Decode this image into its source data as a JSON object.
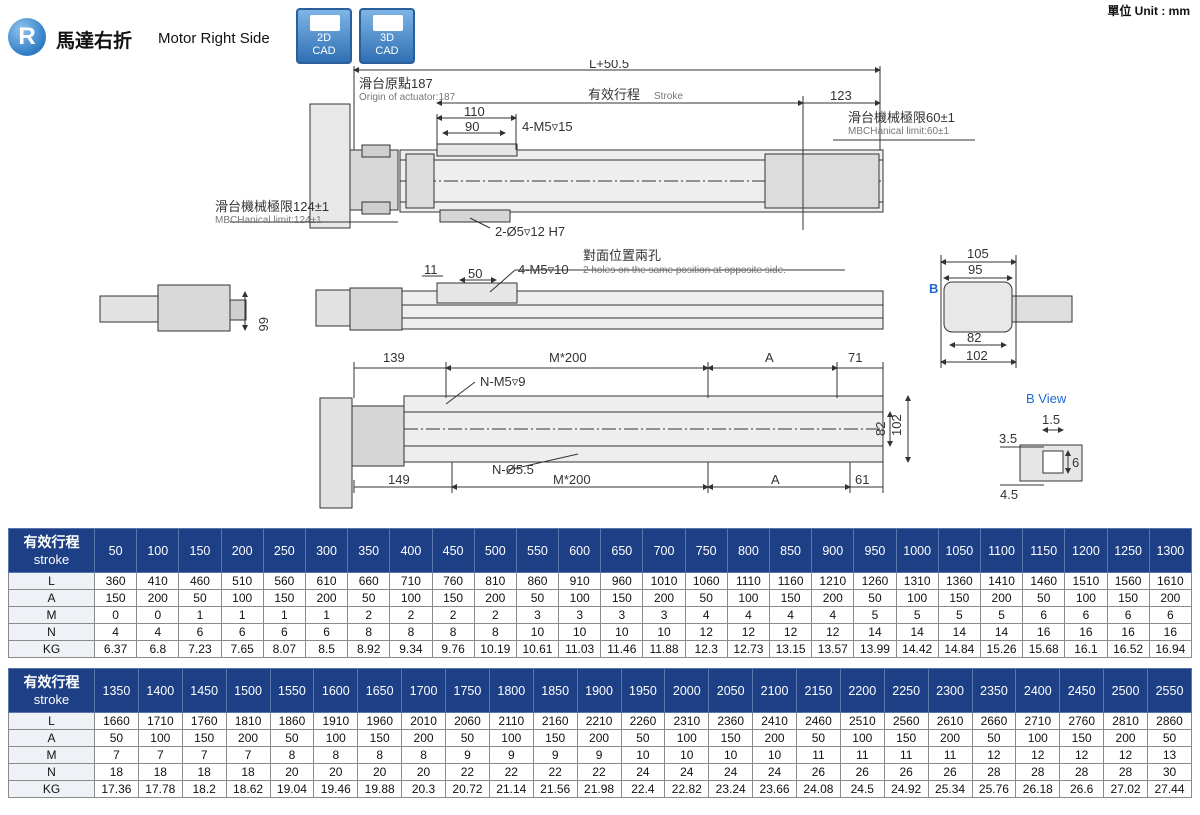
{
  "header": {
    "badge": "R",
    "title_zh": "馬達右折",
    "title_en": "Motor Right Side",
    "cad": [
      {
        "top": "2D",
        "bottom": "CAD"
      },
      {
        "top": "3D",
        "bottom": "CAD"
      }
    ],
    "unit": "單位 Unit : mm"
  },
  "colors": {
    "table_header": "#1d3f86",
    "badge": "#2f7cc4",
    "dim_line": "#333333",
    "view_label": "#1e6bd0"
  },
  "drawing": {
    "labels": {
      "total_length": "L+50.5",
      "origin_zh": "滑台原點187",
      "origin_en": "Origin of actuator:187",
      "stroke_zh": "有效行程",
      "stroke_en": "Stroke",
      "d123": "123",
      "limit_right_zh": "滑台機械極限60±1",
      "limit_right_en": "MBCHanical limit:60±1",
      "limit_left_zh": "滑台機械極限124±1",
      "limit_left_en": "MBCHanical limit:124±1",
      "d110": "110",
      "d90": "90",
      "m5_top": "4-M5▿15",
      "pin_hole": "2-Ø5▿12 H7",
      "opposite_zh": "對面位置兩孔",
      "opposite_en": "2 holes on the same position at opposite side.",
      "d11": "11",
      "d50": "50",
      "m5_side": "4-M5▿10",
      "d66": "66",
      "d105": "105",
      "d95": "95",
      "d82_end": "82",
      "d102_end": "102",
      "b_marker": "B",
      "d139": "139",
      "m200_top": "M*200",
      "a_top": "A",
      "d71": "71",
      "nm5": "N-M5▿9",
      "n55": "N-Ø5.5",
      "m200_bottom": "M*200",
      "d149": "149",
      "a_bottom": "A",
      "d61": "61",
      "d82_side": "82",
      "d102_side": "102",
      "b_view": "B View",
      "d15": "1.5",
      "d35": "3.5",
      "d6": "6",
      "d45": "4.5"
    }
  },
  "table_labels": {
    "header_zh": "有效行程",
    "header_en": "stroke",
    "rows": [
      "L",
      "A",
      "M",
      "N",
      "KG"
    ]
  },
  "table1": {
    "stroke": [
      "50",
      "100",
      "150",
      "200",
      "250",
      "300",
      "350",
      "400",
      "450",
      "500",
      "550",
      "600",
      "650",
      "700",
      "750",
      "800",
      "850",
      "900",
      "950",
      "1000",
      "1050",
      "1100",
      "1150",
      "1200",
      "1250",
      "1300"
    ],
    "L": [
      "360",
      "410",
      "460",
      "510",
      "560",
      "610",
      "660",
      "710",
      "760",
      "810",
      "860",
      "910",
      "960",
      "1010",
      "1060",
      "1110",
      "1160",
      "1210",
      "1260",
      "1310",
      "1360",
      "1410",
      "1460",
      "1510",
      "1560",
      "1610"
    ],
    "A": [
      "150",
      "200",
      "50",
      "100",
      "150",
      "200",
      "50",
      "100",
      "150",
      "200",
      "50",
      "100",
      "150",
      "200",
      "50",
      "100",
      "150",
      "200",
      "50",
      "100",
      "150",
      "200",
      "50",
      "100",
      "150",
      "200"
    ],
    "M": [
      "0",
      "0",
      "1",
      "1",
      "1",
      "1",
      "2",
      "2",
      "2",
      "2",
      "3",
      "3",
      "3",
      "3",
      "4",
      "4",
      "4",
      "4",
      "5",
      "5",
      "5",
      "5",
      "6",
      "6",
      "6",
      "6"
    ],
    "N": [
      "4",
      "4",
      "6",
      "6",
      "6",
      "6",
      "8",
      "8",
      "8",
      "8",
      "10",
      "10",
      "10",
      "10",
      "12",
      "12",
      "12",
      "12",
      "14",
      "14",
      "14",
      "14",
      "16",
      "16",
      "16",
      "16"
    ],
    "KG": [
      "6.37",
      "6.8",
      "7.23",
      "7.65",
      "8.07",
      "8.5",
      "8.92",
      "9.34",
      "9.76",
      "10.19",
      "10.61",
      "11.03",
      "11.46",
      "11.88",
      "12.3",
      "12.73",
      "13.15",
      "13.57",
      "13.99",
      "14.42",
      "14.84",
      "15.26",
      "15.68",
      "16.1",
      "16.52",
      "16.94"
    ]
  },
  "table2": {
    "stroke": [
      "1350",
      "1400",
      "1450",
      "1500",
      "1550",
      "1600",
      "1650",
      "1700",
      "1750",
      "1800",
      "1850",
      "1900",
      "1950",
      "2000",
      "2050",
      "2100",
      "2150",
      "2200",
      "2250",
      "2300",
      "2350",
      "2400",
      "2450",
      "2500",
      "2550"
    ],
    "L": [
      "1660",
      "1710",
      "1760",
      "1810",
      "1860",
      "1910",
      "1960",
      "2010",
      "2060",
      "2110",
      "2160",
      "2210",
      "2260",
      "2310",
      "2360",
      "2410",
      "2460",
      "2510",
      "2560",
      "2610",
      "2660",
      "2710",
      "2760",
      "2810",
      "2860"
    ],
    "A": [
      "50",
      "100",
      "150",
      "200",
      "50",
      "100",
      "150",
      "200",
      "50",
      "100",
      "150",
      "200",
      "50",
      "100",
      "150",
      "200",
      "50",
      "100",
      "150",
      "200",
      "50",
      "100",
      "150",
      "200",
      "50"
    ],
    "M": [
      "7",
      "7",
      "7",
      "7",
      "8",
      "8",
      "8",
      "8",
      "9",
      "9",
      "9",
      "9",
      "10",
      "10",
      "10",
      "10",
      "11",
      "11",
      "11",
      "11",
      "12",
      "12",
      "12",
      "12",
      "13"
    ],
    "N": [
      "18",
      "18",
      "18",
      "18",
      "20",
      "20",
      "20",
      "20",
      "22",
      "22",
      "22",
      "22",
      "24",
      "24",
      "24",
      "24",
      "26",
      "26",
      "26",
      "26",
      "28",
      "28",
      "28",
      "28",
      "30"
    ],
    "KG": [
      "17.36",
      "17.78",
      "18.2",
      "18.62",
      "19.04",
      "19.46",
      "19.88",
      "20.3",
      "20.72",
      "21.14",
      "21.56",
      "21.98",
      "22.4",
      "22.82",
      "23.24",
      "23.66",
      "24.08",
      "24.5",
      "24.92",
      "25.34",
      "25.76",
      "26.18",
      "26.6",
      "27.02",
      "27.44"
    ]
  }
}
